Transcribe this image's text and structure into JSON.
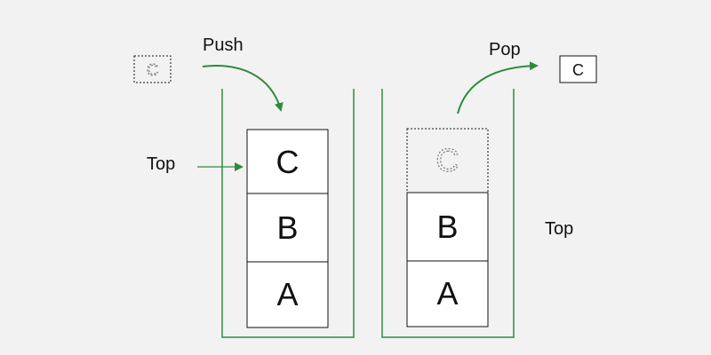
{
  "labels": {
    "push": "Push",
    "pop": "Pop",
    "top_left": "Top",
    "top_right": "Top"
  },
  "push_side": {
    "incoming_ghost": "C",
    "stack": [
      "C",
      "B",
      "A"
    ]
  },
  "pop_side": {
    "removed_ghost": "C",
    "popped_item": "C",
    "stack": [
      "B",
      "A"
    ]
  },
  "colors": {
    "container_stroke": "#2e8b3d",
    "arrow": "#2e8b3d",
    "box_stroke": "#111111",
    "box_fill": "#ffffff",
    "ghost_fill": "#f2f2f2",
    "background": "#f2f2f2"
  }
}
